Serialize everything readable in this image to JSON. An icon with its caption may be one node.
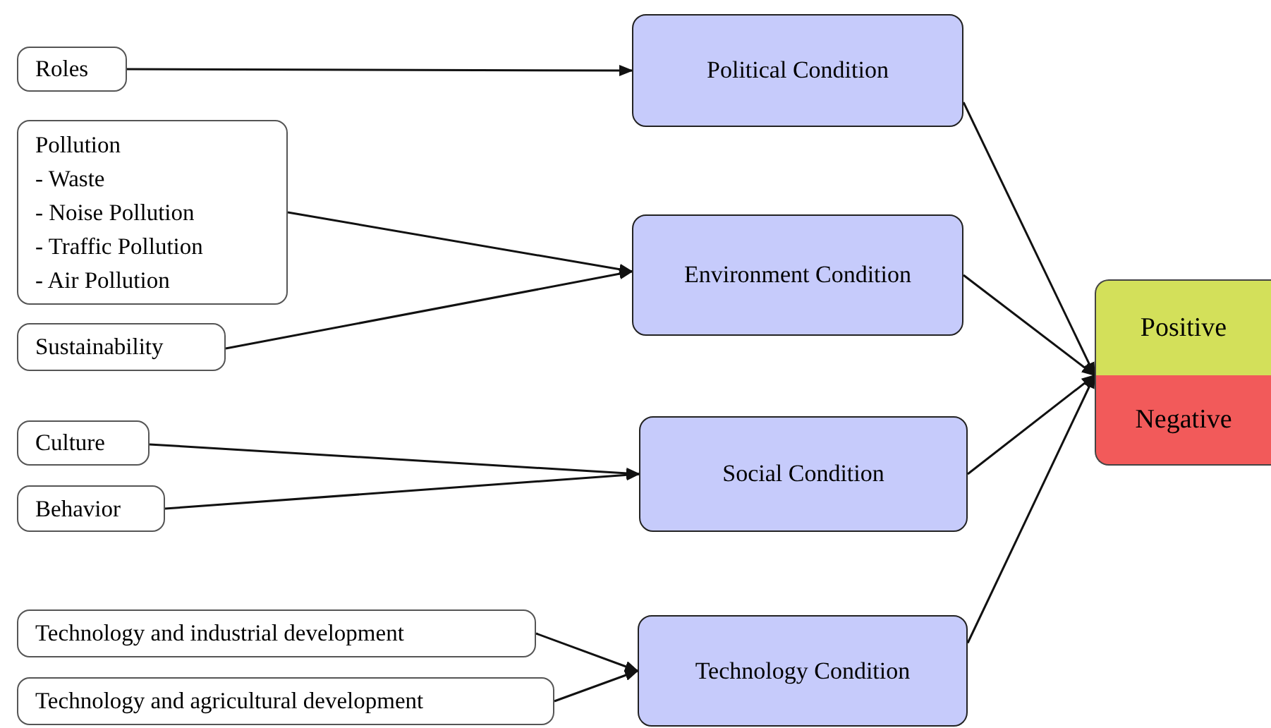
{
  "diagram": {
    "nodes": [
      {
        "text": [
          "Roles"
        ]
      },
      {
        "text": [
          "Pollution",
          "- Waste",
          "- Noise Pollution",
          "- Traffic Pollution",
          "- Air Pollution"
        ]
      },
      {
        "text": [
          "Sustainability"
        ]
      },
      {
        "text": [
          "Culture"
        ]
      },
      {
        "text": [
          "Behavior"
        ]
      },
      {
        "text": [
          "Technology and industrial development"
        ]
      },
      {
        "text": [
          "Technology and agricultural development"
        ]
      },
      {
        "text": [
          "Political Condition"
        ]
      },
      {
        "text": [
          "Environment Condition"
        ]
      },
      {
        "text": [
          "Social Condition"
        ]
      },
      {
        "text": [
          "Technology Condition"
        ]
      },
      {
        "text": [
          "Positive"
        ]
      },
      {
        "text": [
          "Negative"
        ]
      }
    ],
    "edges": [
      {
        "from": 0,
        "to": 7,
        "arrow": "to"
      },
      {
        "from": 1,
        "to": 8,
        "arrow": "to"
      },
      {
        "from": 2,
        "to": 8,
        "arrow": "to"
      },
      {
        "from": 3,
        "to": 9,
        "arrow": "to"
      },
      {
        "from": 4,
        "to": 9,
        "arrow": "to"
      },
      {
        "from": 5,
        "to": 10,
        "arrow": "to"
      },
      {
        "from": 6,
        "to": 10,
        "arrow": "to"
      },
      {
        "from": 7,
        "to": 11,
        "arrow": "to"
      },
      {
        "from": 8,
        "to": 11,
        "arrow": "to"
      },
      {
        "from": 9,
        "to": 11,
        "arrow": "to"
      },
      {
        "from": 10,
        "to": 11,
        "arrow": "to"
      }
    ]
  }
}
